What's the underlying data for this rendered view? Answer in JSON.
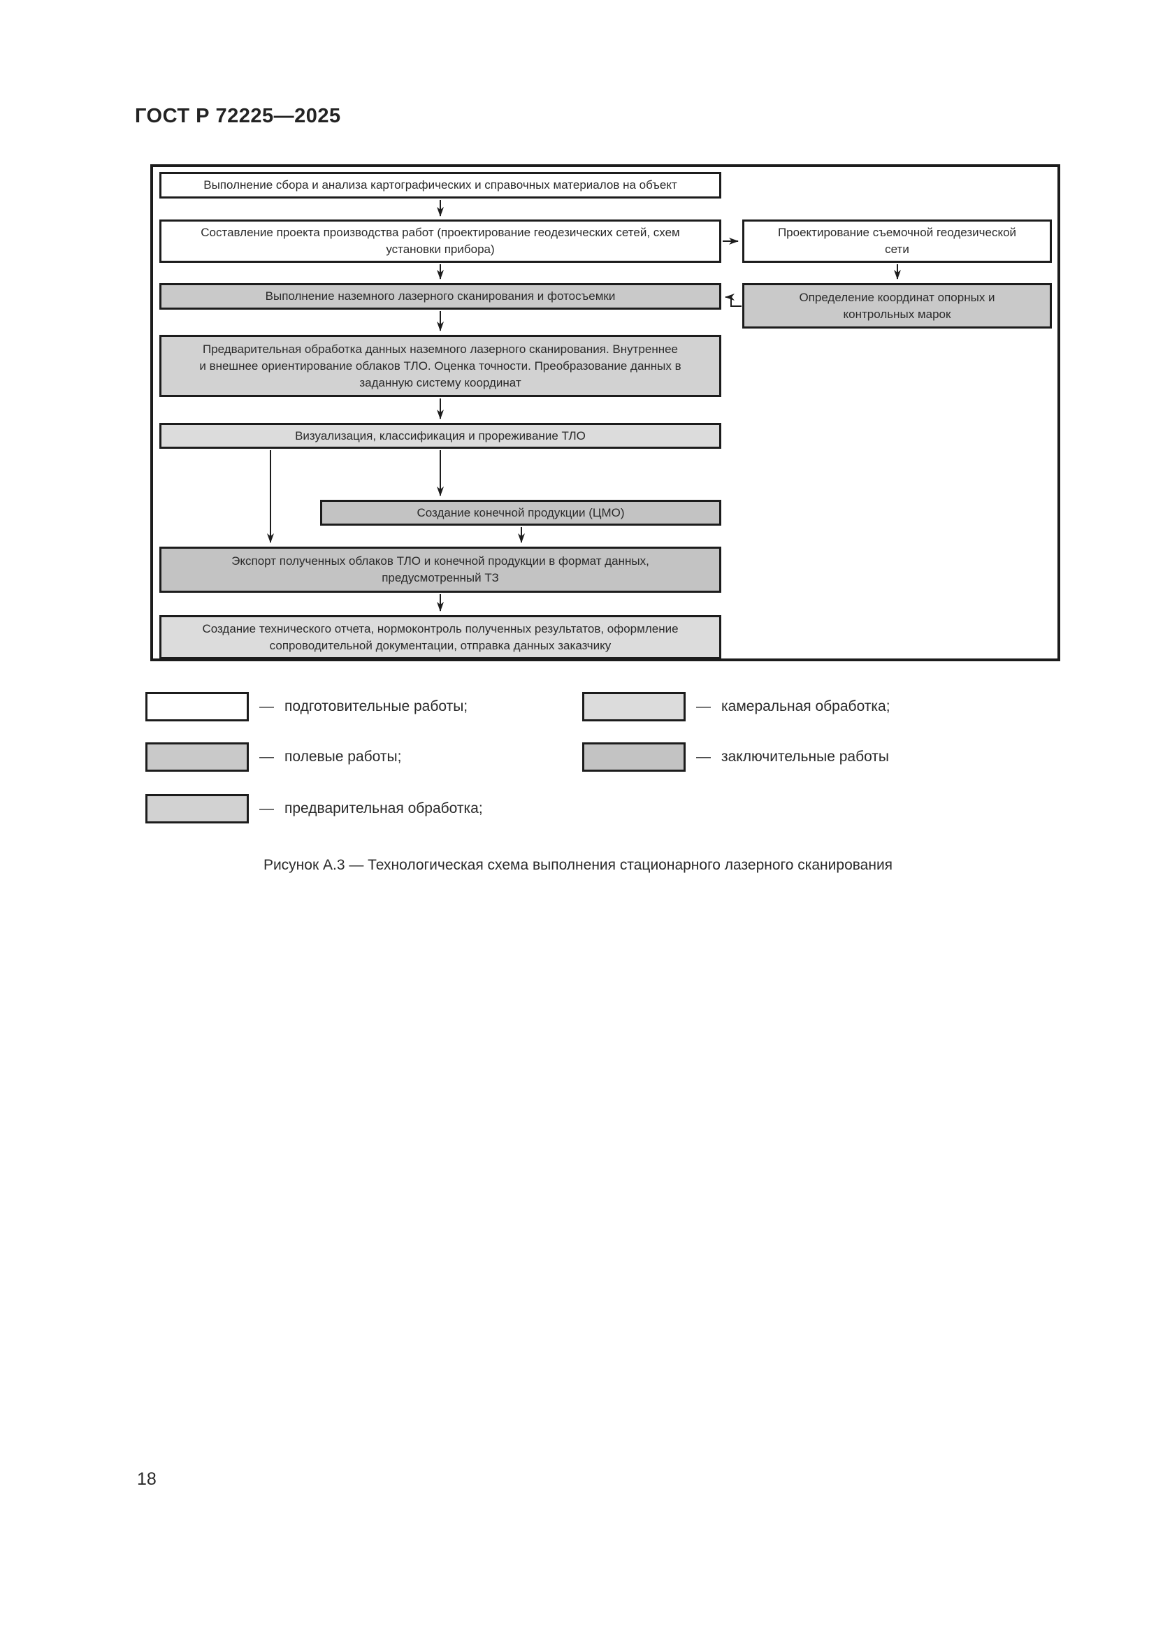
{
  "page": {
    "header": "ГОСТ Р 72225—2025",
    "page_number": "18",
    "caption": "Рисунок А.3 — Технологическая схема выполнения стационарного лазерного сканирования"
  },
  "colors": {
    "preparatory": "#ffffff",
    "field": "#c9c9c9",
    "preprocessing": "#d2d2d2",
    "office": "#dcdcdc",
    "final": "#c3c3c3"
  },
  "flowchart": {
    "boxes": {
      "collect": "Выполнение сбора и анализа картографических и справочных материалов на объект",
      "project": "Составление проекта производства работ (проектирование геодезических сетей, схем\nустановки прибора)",
      "survey_network": "Проектирование съемочной геодезической\nсети",
      "scanning": "Выполнение наземного лазерного сканирования и фотосъемки",
      "control_marks": "Определение координат опорных и\nконтрольных марок",
      "preprocessing": "Предварительная обработка данных наземного лазерного сканирования. Внутреннее\nи внешнее ориентирование облаков ТЛО. Оценка точности. Преобразование данных в\nзаданную систему координат",
      "visualization": "Визуализация, классификация и прореживание ТЛО",
      "final_product": "Создание конечной продукции (ЦМО)",
      "export": "Экспорт полученных облаков ТЛО и конечной продукции в формат данных,\nпредусмотренный ТЗ",
      "report": "Создание технического отчета, нормоконтроль полученных результатов, оформление\nсопроводительной документации, отправка данных заказчику"
    }
  },
  "legend": {
    "dash": "—",
    "items": [
      {
        "label": "подготовительные работы;",
        "category": "preparatory"
      },
      {
        "label": "полевые работы;",
        "category": "field"
      },
      {
        "label": "предварительная обработка;",
        "category": "preprocessing"
      },
      {
        "label": "камеральная обработка;",
        "category": "office"
      },
      {
        "label": "заключительные работы",
        "category": "final"
      }
    ]
  }
}
